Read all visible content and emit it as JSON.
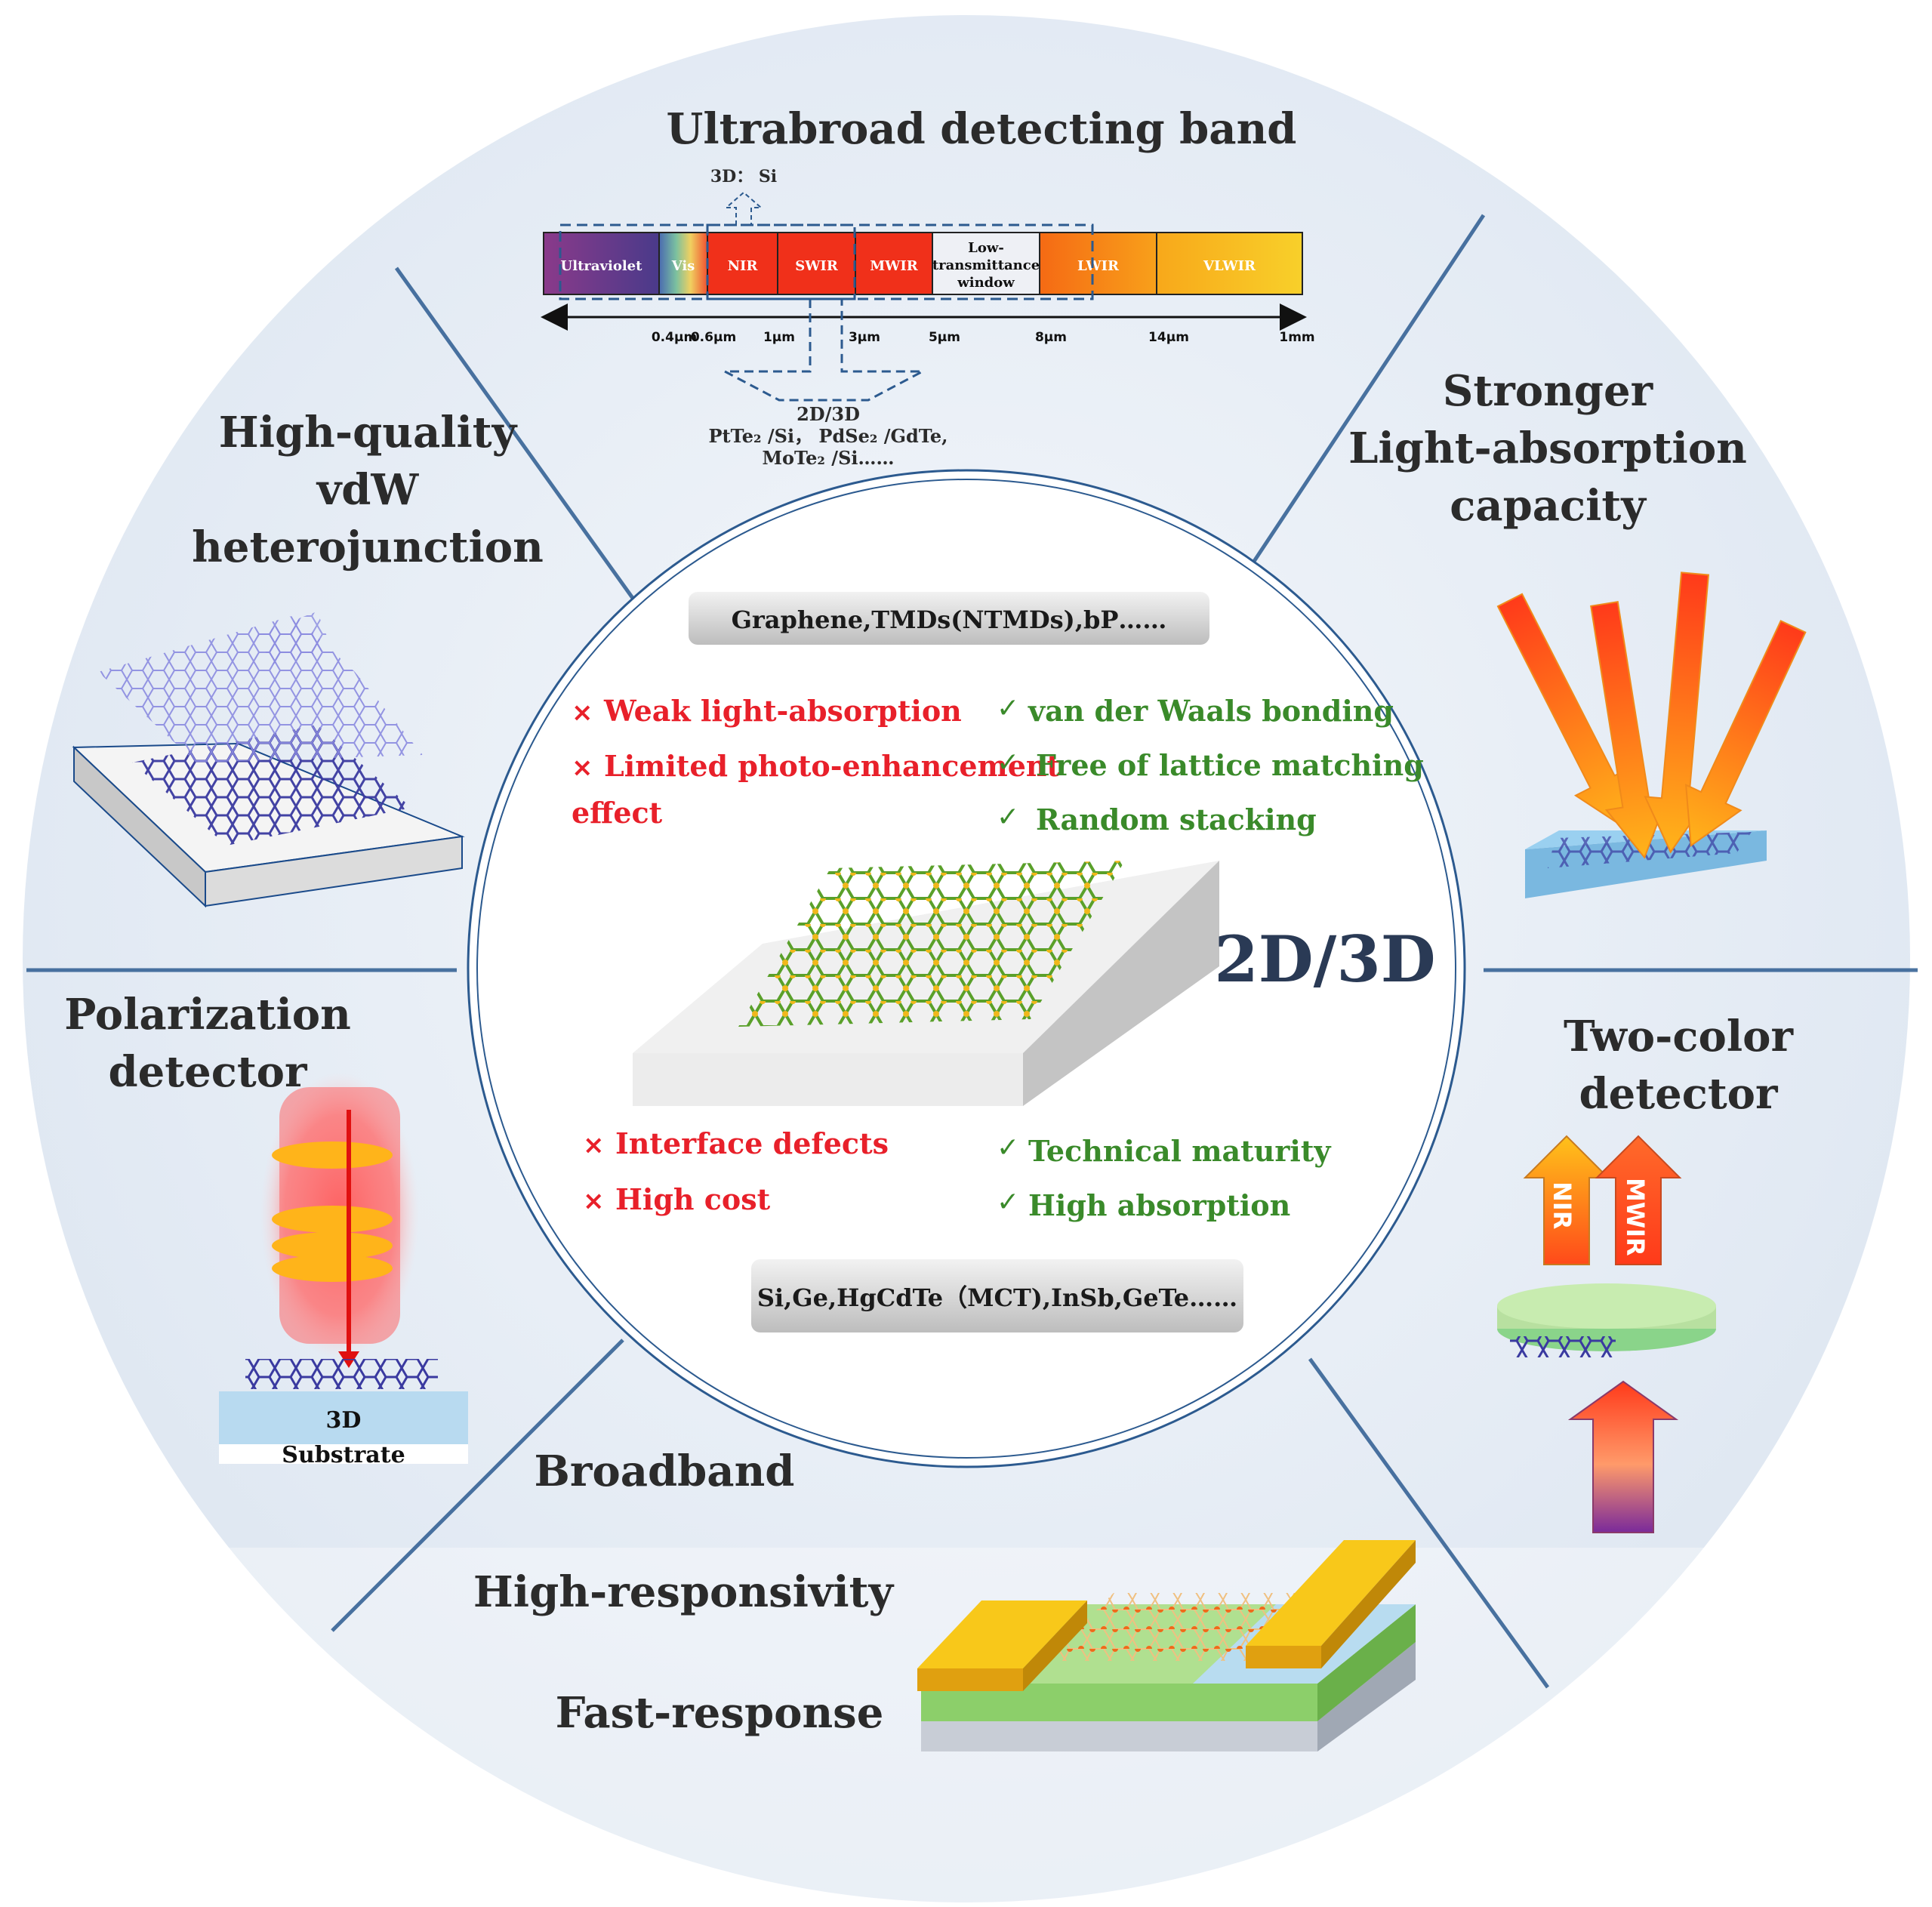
{
  "colors": {
    "outer_bg": "#e6edf6",
    "spoke": "#2c5a8f",
    "red_text": "#e8202a",
    "green_text": "#3a8a2a",
    "dark_text": "#2b2b2b",
    "center_label": "#2a3a55"
  },
  "top": {
    "title": "Ultrabroad detecting band",
    "si_label": "3D： Si",
    "bands": [
      {
        "label": "Ultraviolet",
        "color": "#7a3a8a"
      },
      {
        "label": "Vis",
        "color": "#8fa8b0"
      },
      {
        "label": "NIR",
        "color": "#f0301a"
      },
      {
        "label": "SWIR",
        "color": "#f0301a"
      },
      {
        "label": "MWIR",
        "color": "#f0301a"
      },
      {
        "label": "Low-transmittance window",
        "color": "#eef0f5"
      },
      {
        "label": "LWIR",
        "color": "#f78a14"
      },
      {
        "label": "VLWIR",
        "color": "#f8b81a"
      }
    ],
    "ticks": [
      "0.4μm",
      "0.6μm",
      "1μm",
      "3μm",
      "5μm",
      "8μm",
      "14μm",
      "1mm"
    ],
    "hetero_title": "2D/3D",
    "hetero_line1": "PtTe₂ /Si， PdSe₂ /GdTe,",
    "hetero_line2": "MoTe₂ /Si……"
  },
  "left_top": {
    "lines": [
      "High-quality",
      "vdW",
      "heterojunction"
    ]
  },
  "right_top": {
    "lines": [
      "Stronger",
      "Light-absorption",
      "capacity"
    ]
  },
  "left_bottom": {
    "lines": [
      "Polarization",
      "detector"
    ],
    "substrate_line1": "3D",
    "substrate_line2": "Substrate"
  },
  "right_bottom": {
    "lines": [
      "Two-color",
      "detector"
    ],
    "arrow1": "NIR",
    "arrow2": "MWIR"
  },
  "bottom": {
    "lines": [
      "Broadband",
      "High-responsivity",
      "Fast-response"
    ]
  },
  "center": {
    "top_box": "Graphene,TMDs(NTMDs),bP……",
    "cons_2d": [
      "Weak light-absorption",
      "Limited photo-enhancement",
      "effect"
    ],
    "pros_2d": [
      "van der Waals bonding",
      "Free of lattice matching",
      "Random stacking"
    ],
    "label": "2D/3D",
    "cons_3d": [
      "Interface defects",
      "High cost"
    ],
    "pros_3d": [
      "Technical maturity",
      "High absorption"
    ],
    "bottom_box": "Si,Ge,HgCdTe（MCT),InSb,GeTe……",
    "cross": "×",
    "check": "✓"
  }
}
